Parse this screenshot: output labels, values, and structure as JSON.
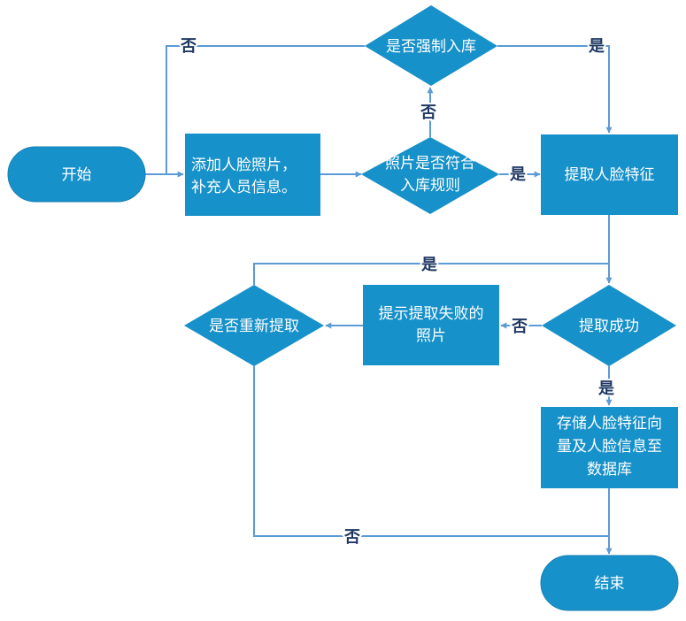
{
  "nodes": {
    "start": "开始",
    "add_photo": [
      "添加人脸照片，",
      "补充人员信息。"
    ],
    "photo_check": [
      "照片是否符合",
      "入库规则"
    ],
    "force_store": "是否强制入库",
    "extract": "提取人脸特征",
    "extract_ok": "提取成功",
    "fail_photo": [
      "提示提取失败的",
      "照片"
    ],
    "retry": "是否重新提取",
    "store": [
      "存储人脸特征向",
      "量及人脸信息至",
      "数据库"
    ],
    "end": "结束"
  },
  "edge_labels": {
    "check_yes": "是",
    "check_no": "否",
    "force_yes": "是",
    "force_no": "否",
    "ok_yes": "是",
    "ok_no": "否",
    "retry_yes": "是",
    "retry_no": "否"
  },
  "colors": {
    "shape_fill": "#1791c9",
    "connector": "#5b9bd5",
    "label_text": "#1f3864"
  }
}
